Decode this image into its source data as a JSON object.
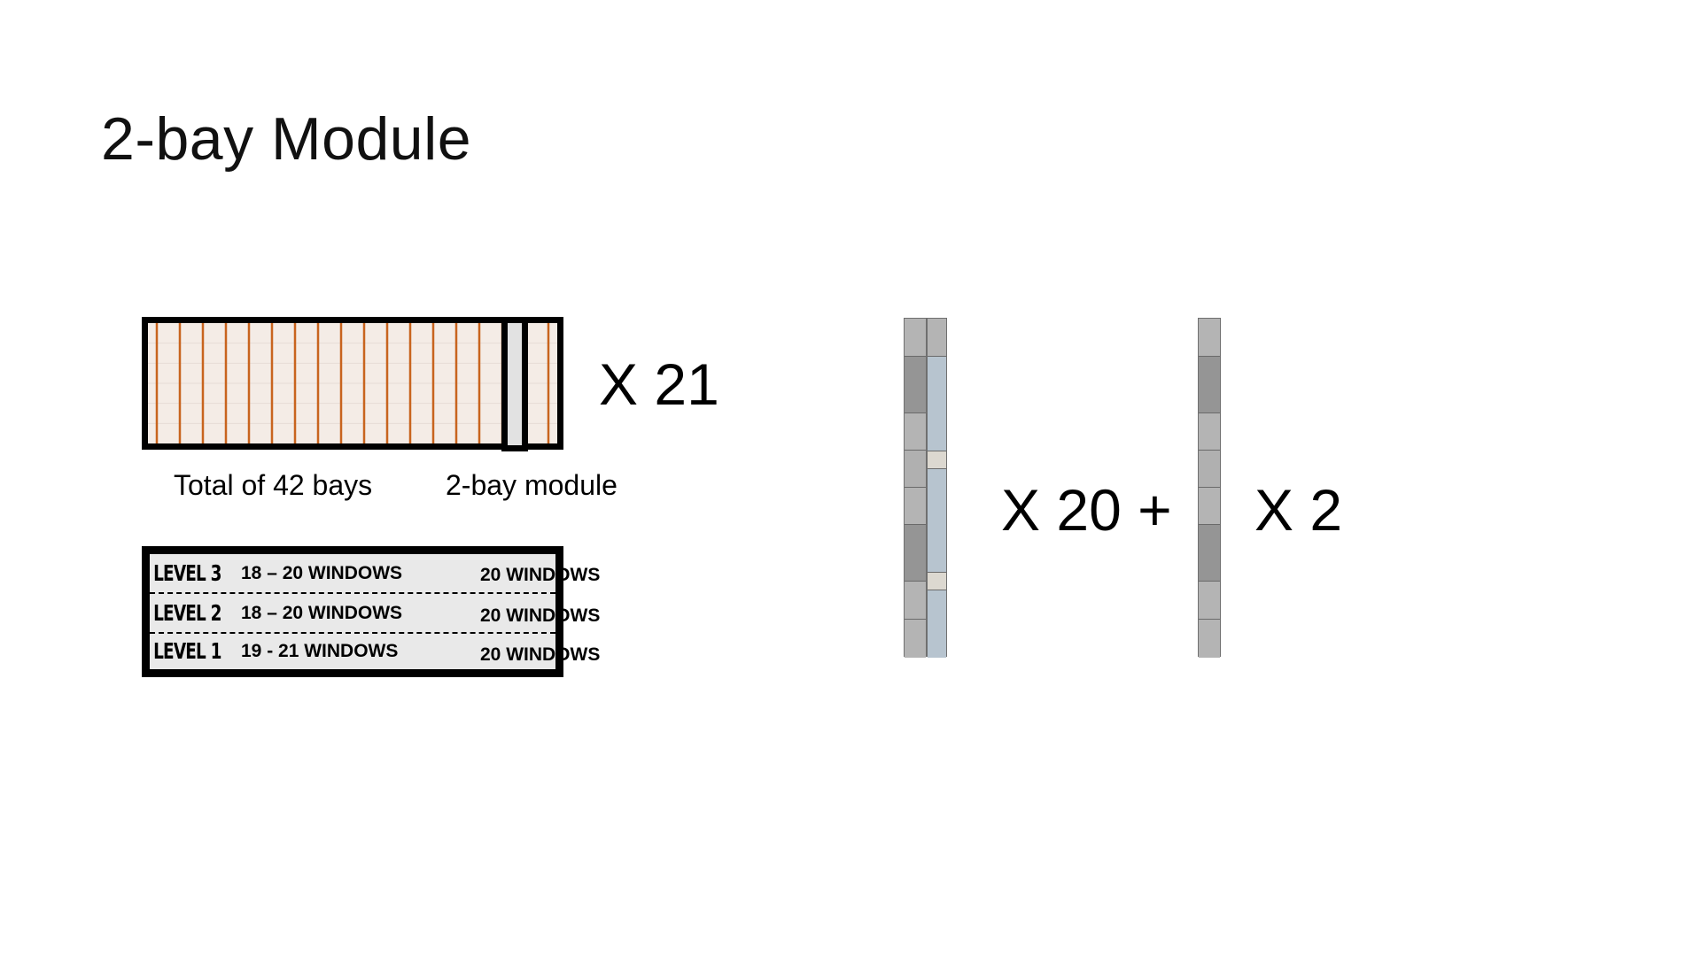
{
  "title": "2-bay Module",
  "left_diagram": {
    "total_caption": "Total of 42 bays",
    "module_caption": "2-bay module",
    "multiplier": "X 21",
    "levels": [
      {
        "name": "LEVEL 3",
        "count": "18 – 20 WINDOWS",
        "module_windows": "20 WINDOWS"
      },
      {
        "name": "LEVEL 2",
        "count": "18 – 20 WINDOWS",
        "module_windows": "20 WINDOWS"
      },
      {
        "name": "LEVEL 1",
        "count": "19 - 21 WINDOWS",
        "module_windows": "20 WINDOWS"
      }
    ]
  },
  "right_diagram": {
    "multiplier_a": "X 20 +",
    "multiplier_b": "X 2"
  },
  "colors": {
    "bay_line": "#c8641e",
    "panel_light": "#b2b2b2",
    "panel_dark": "#959595",
    "panel_glass": "#b7c4cf",
    "panel_beige": "#dcd8d0"
  }
}
